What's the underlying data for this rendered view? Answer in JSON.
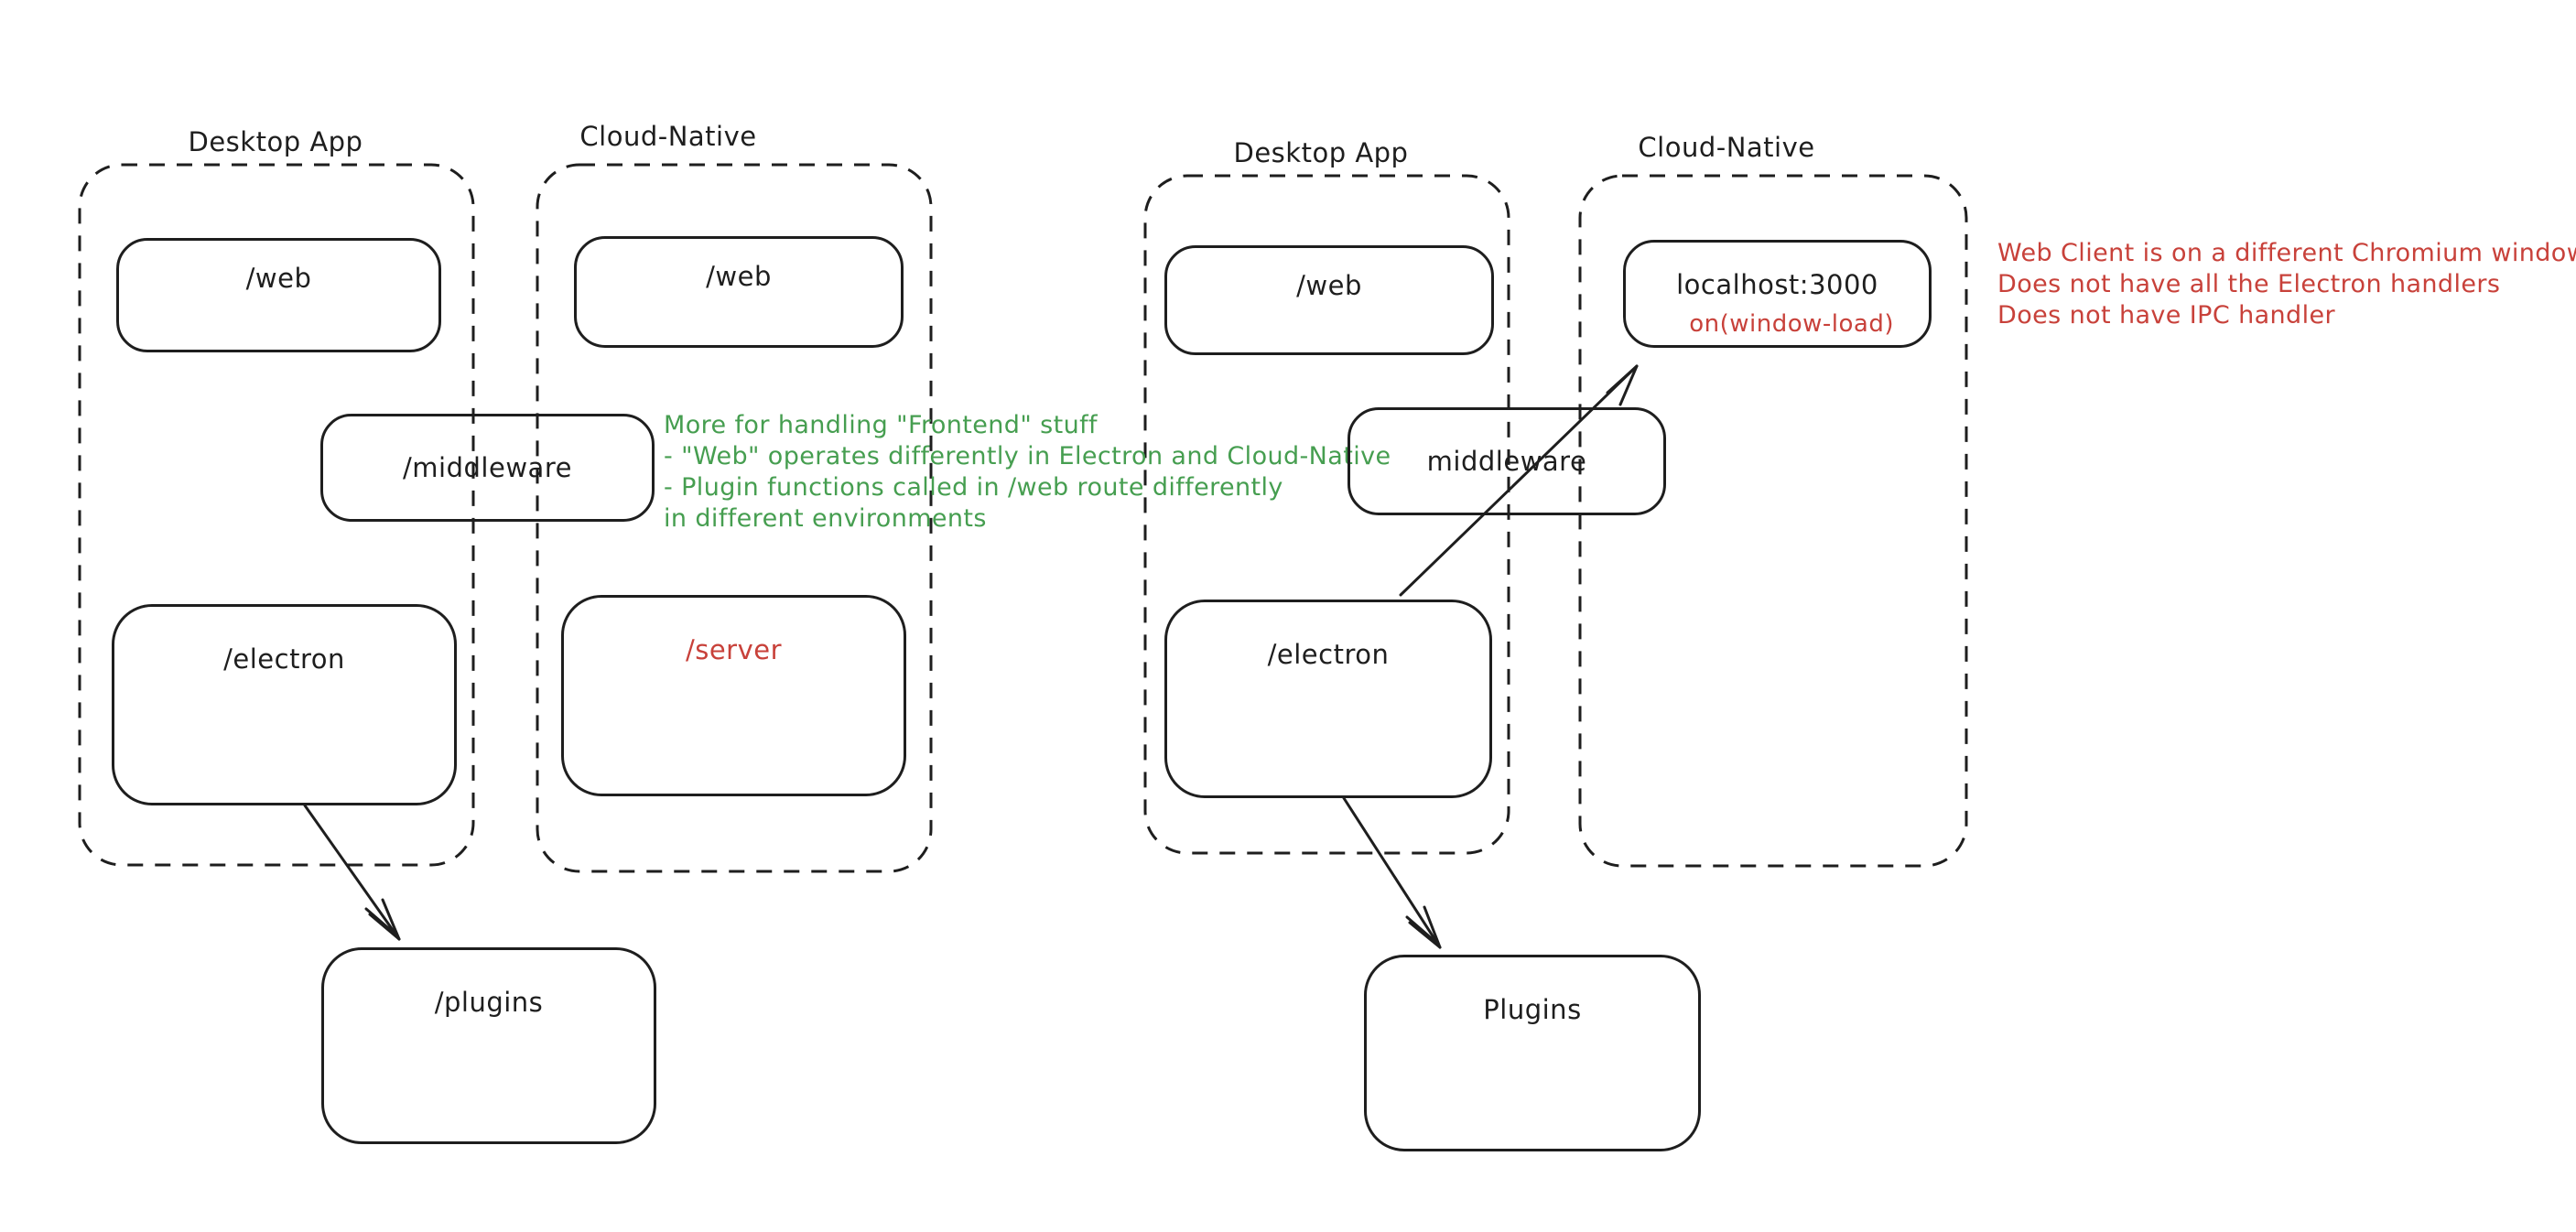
{
  "palette": {
    "ink": "#1e1e1e",
    "red": "#c8413a",
    "green": "#469e50",
    "background": "#ffffff"
  },
  "left": {
    "desktop_label": "Desktop App",
    "cloud_label": "Cloud-Native",
    "web_desktop": "/web",
    "web_cloud": "/web",
    "middleware": "/middleware",
    "electron": "/electron",
    "server": "/server",
    "plugins": "/plugins",
    "note": {
      "lines": [
        "More for handling \"Frontend\" stuff",
        "- \"Web\" operates differently in Electron and Cloud-Native",
        "- Plugin functions called in /web route differently",
        "in different environments"
      ]
    }
  },
  "right": {
    "desktop_label": "Desktop App",
    "cloud_label": "Cloud-Native",
    "web": "/web",
    "localhost": "localhost:3000",
    "window_load": "on(window-load)",
    "middleware": "middleware",
    "electron": "/electron",
    "plugins": "Plugins",
    "note": {
      "lines": [
        "Web Client is on a different Chromium window",
        "Does not have all the Electron handlers",
        "Does not have IPC handler"
      ]
    }
  }
}
